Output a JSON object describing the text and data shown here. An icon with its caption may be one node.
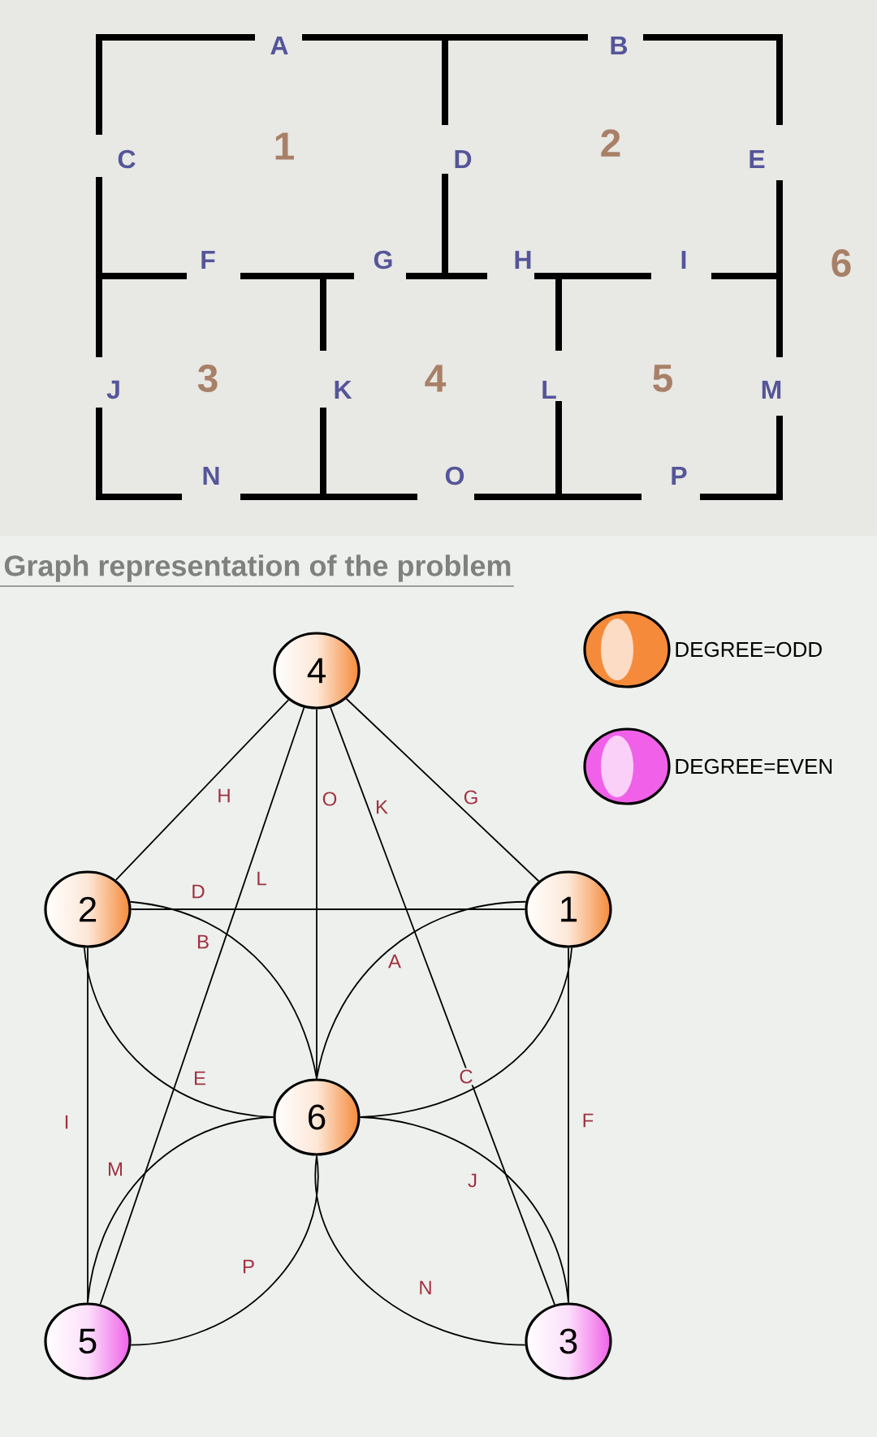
{
  "diagram": {
    "title": "Graph representation of the problem",
    "nodes": [
      {
        "text": [
          "4"
        ]
      },
      {
        "text": [
          "2"
        ]
      },
      {
        "text": [
          "1"
        ]
      },
      {
        "text": [
          "6"
        ]
      },
      {
        "text": [
          "5"
        ]
      },
      {
        "text": [
          "3"
        ]
      }
    ],
    "edges": [
      {
        "from": 0,
        "to": 1,
        "arrow": "none",
        "label": "H"
      },
      {
        "from": 0,
        "to": 3,
        "arrow": "none",
        "label": "O"
      },
      {
        "from": 0,
        "to": 5,
        "arrow": "none",
        "label": "K"
      },
      {
        "from": 0,
        "to": 2,
        "arrow": "none",
        "label": "G"
      },
      {
        "from": 0,
        "to": 4,
        "arrow": "none",
        "label": "L"
      },
      {
        "from": 1,
        "to": 2,
        "arrow": "none",
        "label": "D"
      },
      {
        "from": 1,
        "to": 3,
        "arrow": "none",
        "label": "B"
      },
      {
        "from": 2,
        "to": 3,
        "arrow": "none",
        "label": "A"
      },
      {
        "from": 1,
        "to": 3,
        "arrow": "none",
        "label": "E"
      },
      {
        "from": 2,
        "to": 3,
        "arrow": "none",
        "label": "C"
      },
      {
        "from": 1,
        "to": 4,
        "arrow": "none",
        "label": "I"
      },
      {
        "from": 4,
        "to": 3,
        "arrow": "none",
        "label": "M"
      },
      {
        "from": 2,
        "to": 5,
        "arrow": "none",
        "label": "F"
      },
      {
        "from": 5,
        "to": 3,
        "arrow": "none",
        "label": "J"
      },
      {
        "from": 4,
        "to": 3,
        "arrow": "none",
        "label": "P"
      },
      {
        "from": 5,
        "to": 3,
        "arrow": "none",
        "label": "N"
      }
    ],
    "labels": [
      "A",
      "B",
      "C",
      "1",
      "D",
      "2",
      "E",
      "F",
      "G",
      "H",
      "I",
      "6",
      "J",
      "3",
      "K",
      "4",
      "L",
      "5",
      "M",
      "N",
      "O",
      "P"
    ],
    "legend": [
      {
        "text": "DEGREE=ODD",
        "color": "#f58a3a"
      },
      {
        "text": "DEGREE=EVEN",
        "color": "#f060e8"
      }
    ]
  }
}
